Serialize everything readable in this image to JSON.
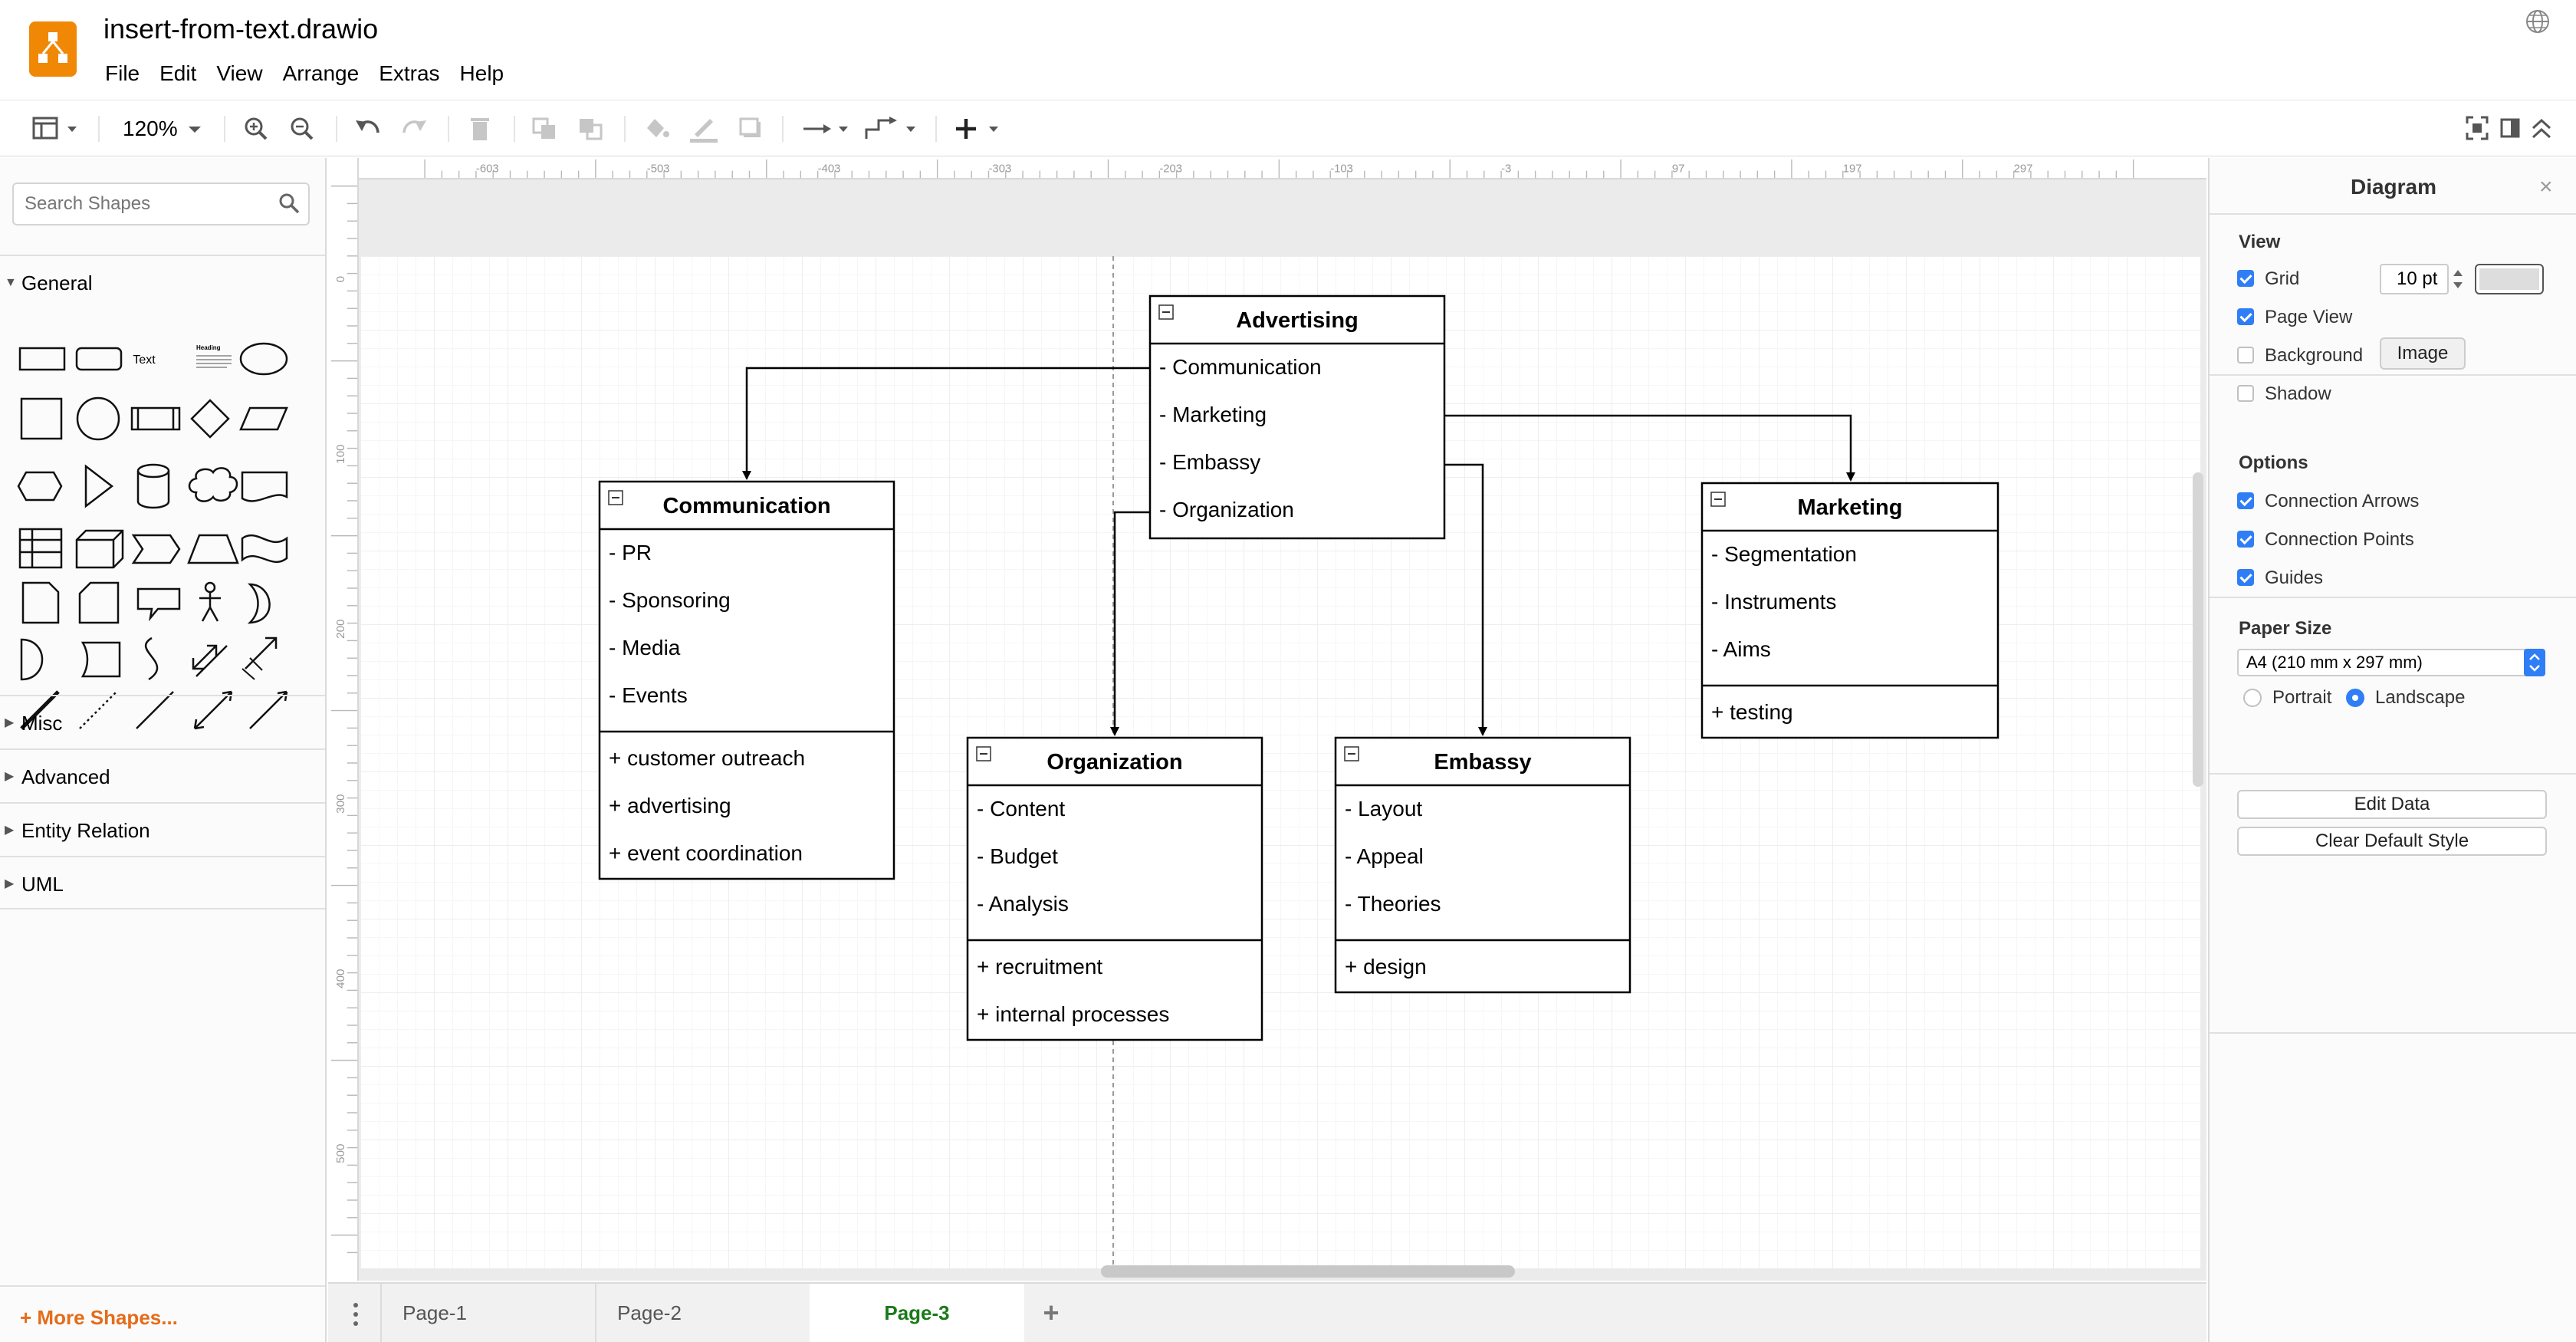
{
  "header": {
    "doc_title": "insert-from-text.drawio",
    "menu": [
      "File",
      "Edit",
      "View",
      "Arrange",
      "Extras",
      "Help"
    ],
    "brand_color": "#F08705"
  },
  "toolbar": {
    "zoom": "120%",
    "icons": [
      "page-format-icon",
      "zoom-in-icon",
      "zoom-out-icon",
      "undo-icon",
      "redo-icon",
      "delete-icon",
      "to-front-icon",
      "to-back-icon",
      "fill-color-icon",
      "line-color-icon",
      "shadow-icon",
      "connection-icon",
      "waypoints-icon",
      "insert-icon",
      "fullscreen-icon",
      "format-panel-icon",
      "collapse-icon"
    ]
  },
  "sidebar": {
    "search_placeholder": "Search Shapes",
    "sections": [
      "General",
      "Misc",
      "Advanced",
      "Entity Relation",
      "UML"
    ],
    "shape_text": "Text",
    "shape_heading": "Heading",
    "more_shapes": "+ More Shapes..."
  },
  "rulers": {
    "top_ticks": [
      "-603",
      "-503",
      "-403",
      "-303",
      "-203",
      "-103",
      "-3",
      "97",
      "197",
      "297"
    ],
    "left_ticks": [
      "0",
      "100",
      "200",
      "300",
      "400",
      "500"
    ]
  },
  "diagram": {
    "classes": [
      {
        "name": "Advertising",
        "attributes": [
          "- Communication",
          "- Marketing",
          "- Embassy",
          "- Organization"
        ],
        "methods": []
      },
      {
        "name": "Communication",
        "attributes": [
          "- PR",
          "- Sponsoring",
          "- Media",
          "- Events"
        ],
        "methods": [
          "+ customer outreach",
          "+ advertising",
          "+ event coordination"
        ]
      },
      {
        "name": "Marketing",
        "attributes": [
          "- Segmentation",
          "- Instruments",
          "- Aims"
        ],
        "methods": [
          "+ testing"
        ]
      },
      {
        "name": "Organization",
        "attributes": [
          "- Content",
          "- Budget",
          "- Analysis"
        ],
        "methods": [
          "+ recruitment",
          "+ internal processes"
        ]
      },
      {
        "name": "Embassy",
        "attributes": [
          "- Layout",
          "- Appeal",
          "- Theories"
        ],
        "methods": [
          "+ design"
        ]
      }
    ]
  },
  "pages": {
    "tabs": [
      "Page-1",
      "Page-2",
      "Page-3"
    ],
    "active": "Page-3",
    "add_label": "+"
  },
  "format_panel": {
    "title": "Diagram",
    "close": "×",
    "view_heading": "View",
    "grid_label": "Grid",
    "grid_checked": true,
    "grid_size": "10 pt",
    "page_view_label": "Page View",
    "page_view_checked": true,
    "background_label": "Background",
    "background_checked": false,
    "image_button": "Image",
    "shadow_label": "Shadow",
    "shadow_checked": false,
    "options_heading": "Options",
    "connection_arrows_label": "Connection Arrows",
    "connection_points_label": "Connection Points",
    "guides_label": "Guides",
    "paper_size_heading": "Paper Size",
    "paper_size_value": "A4 (210 mm x 297 mm)",
    "portrait_label": "Portrait",
    "landscape_label": "Landscape",
    "orientation": "Landscape",
    "edit_data_button": "Edit Data",
    "clear_style_button": "Clear Default Style",
    "accent_color": "#2F7EF6"
  }
}
